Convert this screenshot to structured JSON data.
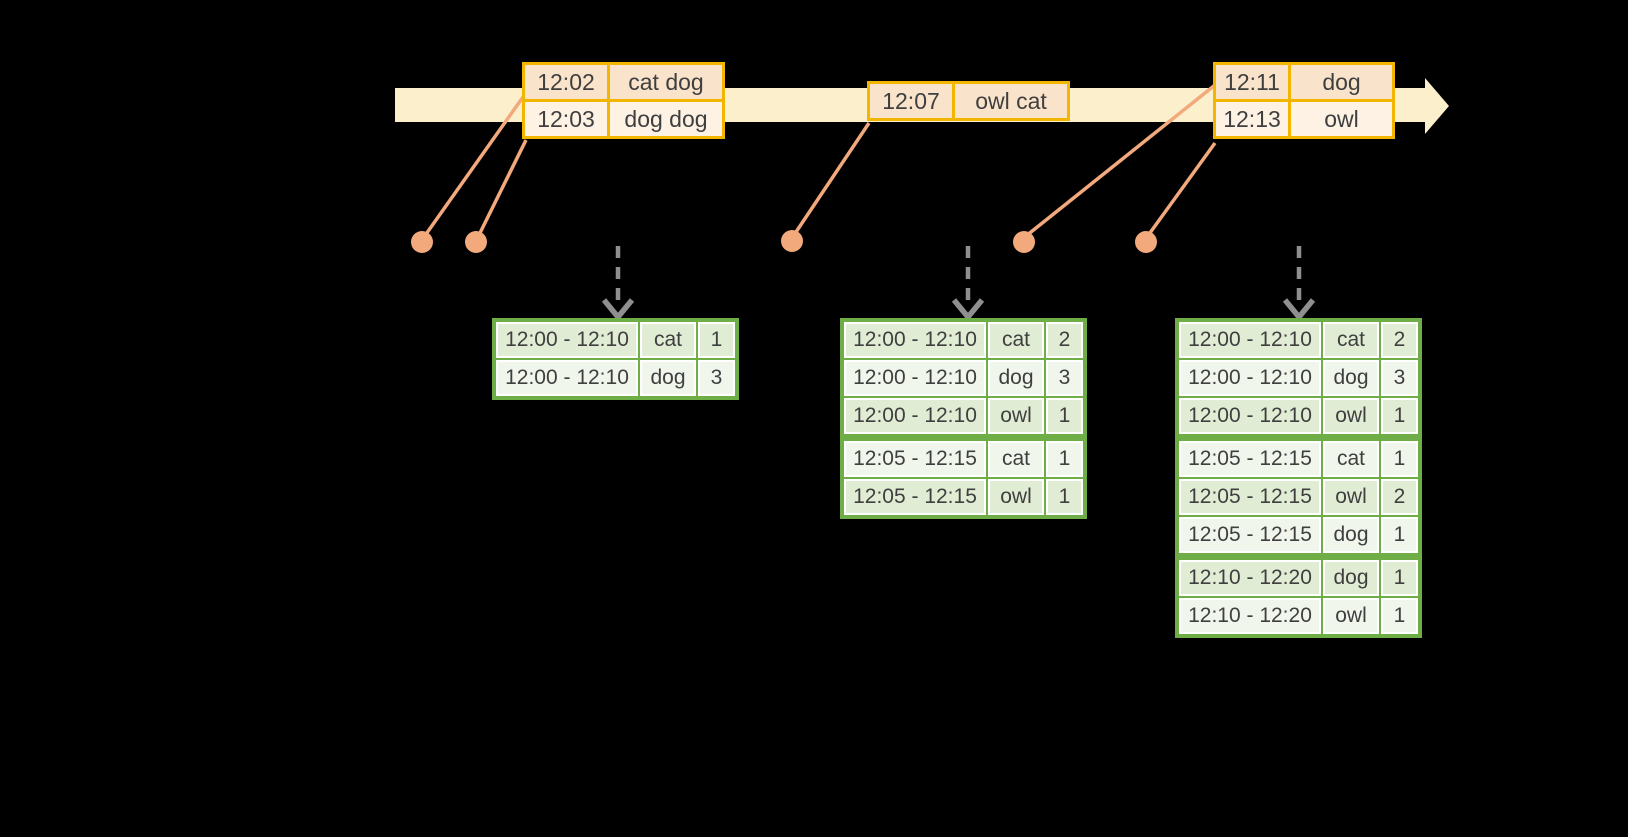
{
  "diagram_title": "windowed-word-count-stream",
  "colors": {
    "background": "#000000",
    "timeline_fill": "#fbf0cb",
    "event_border": "#f2b500",
    "event_row_dark": "#fae3cb",
    "event_row_light": "#fdf2e4",
    "result_border": "#6fad46",
    "result_row_dark": "#e1ecd4",
    "result_row_light": "#f1f6ec",
    "dot_line": "#f2a97c",
    "dashed_arrow": "#8f8f8f",
    "text": "#3f3f3f"
  },
  "icons": {
    "timeline": "right-arrow-band",
    "event_marker": "dot-with-leader-line",
    "trigger": "dashed-down-arrow"
  },
  "event_tables": [
    {
      "name": "input-events-1",
      "rows": [
        {
          "time": "12:02",
          "words": "cat dog"
        },
        {
          "time": "12:03",
          "words": "dog dog"
        }
      ]
    },
    {
      "name": "input-events-2",
      "rows": [
        {
          "time": "12:07",
          "words": "owl cat"
        }
      ]
    },
    {
      "name": "input-events-3",
      "rows": [
        {
          "time": "12:11",
          "words": "dog"
        },
        {
          "time": "12:13",
          "words": "owl"
        }
      ]
    }
  ],
  "result_tables": [
    {
      "name": "result-table-1",
      "group_breaks": [],
      "rows": [
        {
          "window": "12:00 - 12:10",
          "word": "cat",
          "count": "1"
        },
        {
          "window": "12:00 - 12:10",
          "word": "dog",
          "count": "3"
        }
      ]
    },
    {
      "name": "result-table-2",
      "group_breaks": [
        3
      ],
      "rows": [
        {
          "window": "12:00 - 12:10",
          "word": "cat",
          "count": "2"
        },
        {
          "window": "12:00 - 12:10",
          "word": "dog",
          "count": "3"
        },
        {
          "window": "12:00 - 12:10",
          "word": "owl",
          "count": "1"
        },
        {
          "window": "12:05 - 12:15",
          "word": "cat",
          "count": "1"
        },
        {
          "window": "12:05 - 12:15",
          "word": "owl",
          "count": "1"
        }
      ]
    },
    {
      "name": "result-table-3",
      "group_breaks": [
        3,
        6
      ],
      "rows": [
        {
          "window": "12:00 - 12:10",
          "word": "cat",
          "count": "2"
        },
        {
          "window": "12:00 - 12:10",
          "word": "dog",
          "count": "3"
        },
        {
          "window": "12:00 - 12:10",
          "word": "owl",
          "count": "1"
        },
        {
          "window": "12:05 - 12:15",
          "word": "cat",
          "count": "1"
        },
        {
          "window": "12:05 - 12:15",
          "word": "owl",
          "count": "2"
        },
        {
          "window": "12:05 - 12:15",
          "word": "dog",
          "count": "1"
        },
        {
          "window": "12:10 - 12:20",
          "word": "dog",
          "count": "1"
        },
        {
          "window": "12:10 - 12:20",
          "word": "owl",
          "count": "1"
        }
      ]
    }
  ]
}
